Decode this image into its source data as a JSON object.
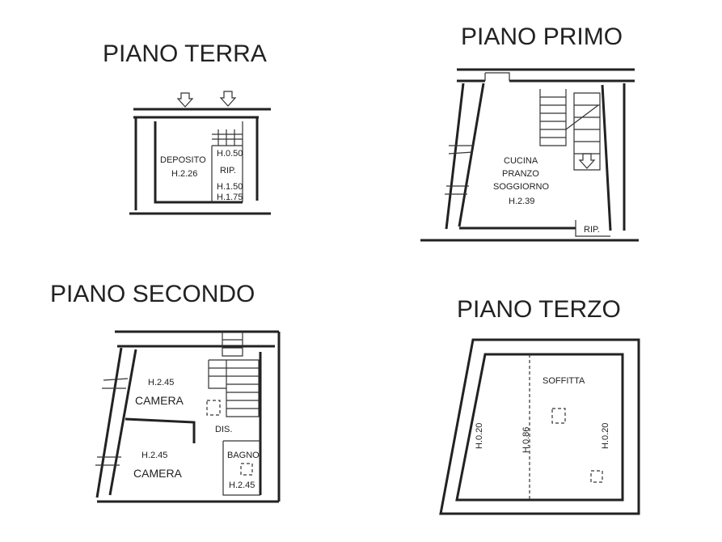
{
  "floors": {
    "ground": {
      "title": "PIANO TERRA",
      "rooms": {
        "deposito": "DEPOSITO",
        "deposito_height": "H.2.26",
        "rip": "RIP.",
        "h_050": "H.0.50",
        "h_150": "H.1.50",
        "h_175": "H.1.75"
      }
    },
    "first": {
      "title": "PIANO PRIMO",
      "rooms": {
        "line1": "CUCINA",
        "line2": "PRANZO",
        "line3": "SOGGIORNO",
        "height": "H.2.39",
        "rip": "RIP."
      }
    },
    "second": {
      "title": "PIANO SECONDO",
      "rooms": {
        "camera1": "CAMERA",
        "camera1_height": "H.2.45",
        "camera2": "CAMERA",
        "camera2_height": "H.2.45",
        "dis": "DIS.",
        "bagno": "BAGNO",
        "bagno_height": "H.2.45"
      }
    },
    "third": {
      "title": "PIANO TERZO",
      "rooms": {
        "soffitta": "SOFFITTA",
        "h_left": "H.0.20",
        "h_mid": "H.0.86",
        "h_right": "H.0.20"
      }
    }
  }
}
